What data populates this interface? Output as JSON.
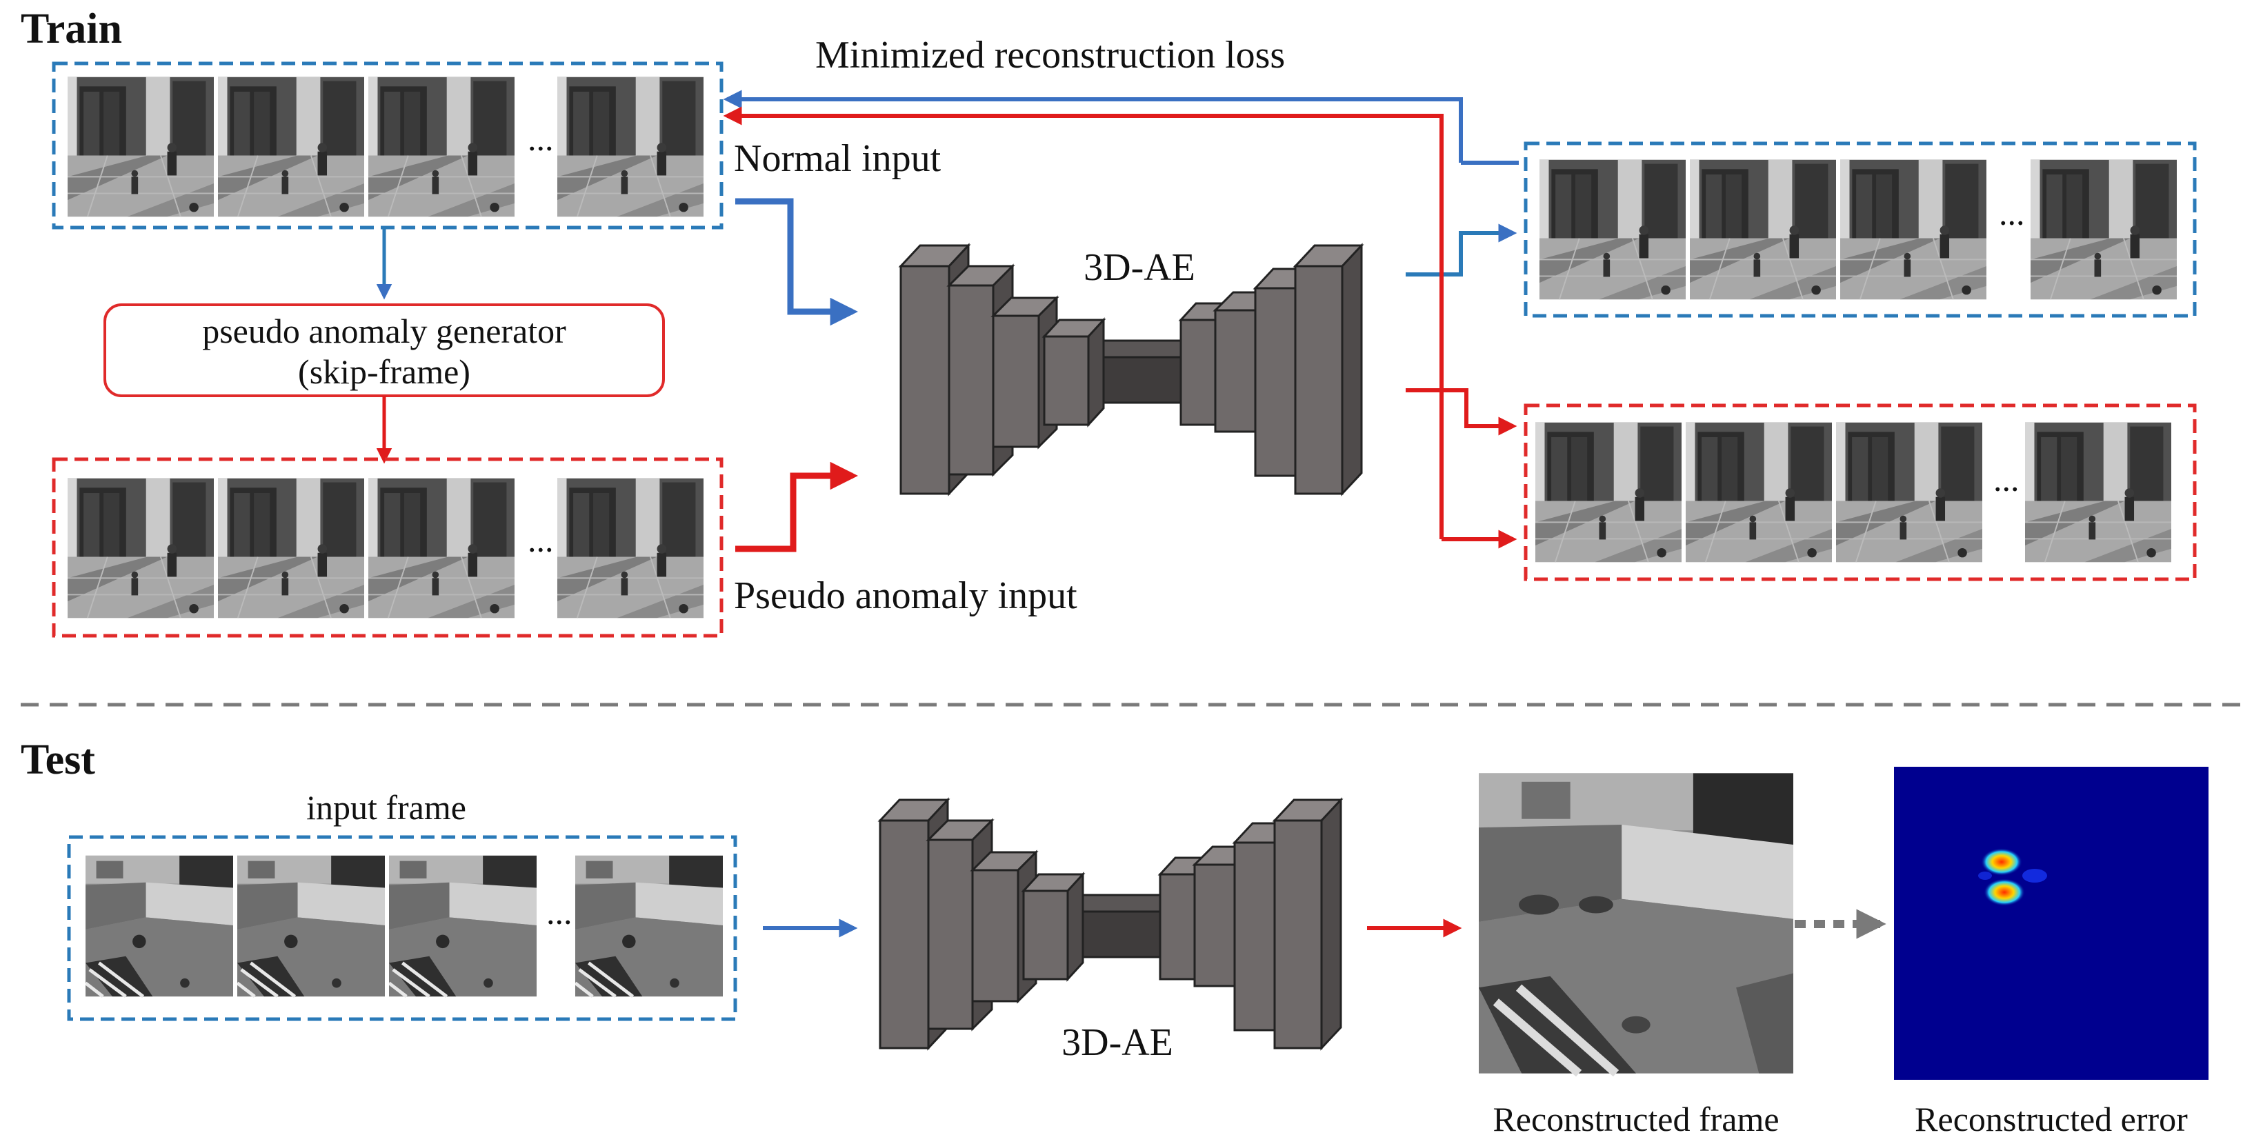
{
  "train": {
    "title": "Train",
    "loss_label": "Minimized reconstruction loss",
    "normal_input_label": "Normal input",
    "pseudo_input_label": "Pseudo anomaly input",
    "generator_line1": "pseudo anomaly generator",
    "generator_line2": "(skip-frame)",
    "model_label": "3D-AE",
    "ellipsis": "..."
  },
  "test": {
    "title": "Test",
    "input_label": "input frame",
    "model_label": "3D-AE",
    "recon_frame_label": "Reconstructed frame",
    "recon_error_label": "Reconstructed error",
    "ellipsis": "..."
  },
  "colors": {
    "normal": "#3a70c2",
    "pseudo": "#e01b1b",
    "normal_box": "#2a7ab8",
    "pseudo_box": "#e02a2a",
    "block_face": "#6f6a6a",
    "block_top": "#8c8787",
    "block_side": "#4f4b4b",
    "bottleneck": "#3f3c3c",
    "separator": "#7a7a7a",
    "heatmap_bg": "#00008f"
  }
}
